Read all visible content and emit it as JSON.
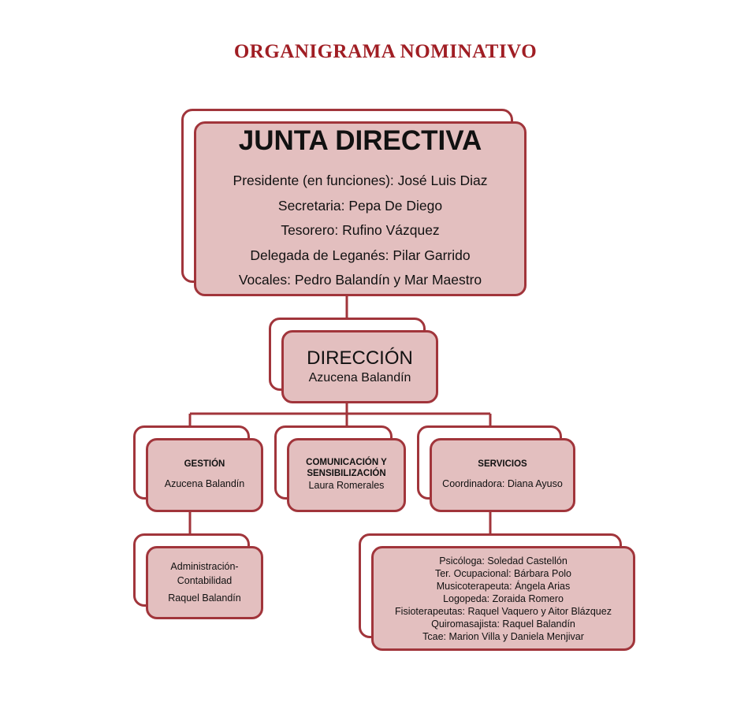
{
  "page_title": "ORGANIGRAMA NOMINATIVO",
  "colors": {
    "title": "#a01e24",
    "border": "#a1353b",
    "box_fill": "#e3bfbf",
    "connector": "#a1353b"
  },
  "junta": {
    "title": "JUNTA DIRECTIVA",
    "lines": [
      "Presidente (en funciones): José Luis Diaz",
      "Secretaria: Pepa De Diego",
      "Tesorero: Rufino Vázquez",
      "Delegada de Leganés: Pilar Garrido",
      "Vocales: Pedro Balandín y Mar Maestro"
    ]
  },
  "direccion": {
    "title": "DIRECCIÓN",
    "name": "Azucena Balandín"
  },
  "gestion": {
    "title": "GESTIÓN",
    "name": "Azucena Balandín"
  },
  "comunicacion": {
    "title_line1": "COMUNICACIÓN Y",
    "title_line2": "SENSIBILIZACIÓN",
    "name": "Laura Romerales"
  },
  "servicios": {
    "title": "SERVICIOS",
    "name": "Coordinadora: Diana Ayuso"
  },
  "administracion": {
    "title_line1": "Administración-",
    "title_line2": "Contabilidad",
    "name": "Raquel Balandín"
  },
  "servicios_staff": [
    "Psicóloga: Soledad Castellón",
    "Ter. Ocupacional: Bárbara Polo",
    "Musicoterapeuta: Ángela Arias",
    "Logopeda: Zoraida Romero",
    "Fisioterapeutas: Raquel Vaquero y Aitor Blázquez",
    "Quiromasajista: Raquel Balandín",
    "Tcae: Marion Villa y Daniela Menjivar"
  ]
}
